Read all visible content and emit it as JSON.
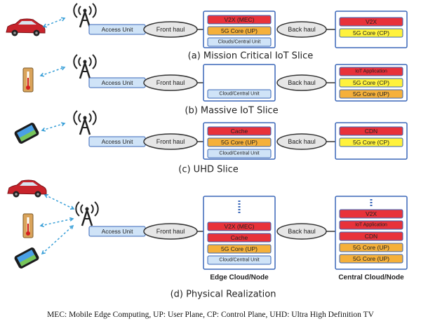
{
  "colors": {
    "red": "#e8323a",
    "orange": "#f5b03a",
    "yellow": "#fff23c",
    "light_blue": "#cfe3f7",
    "border_blue": "#3a67b8",
    "link": "#3aa0d8",
    "tower": "#222222",
    "haul_fill": "#e6e6e6"
  },
  "common": {
    "access_unit": "Access Unit",
    "front_haul": "Front haul",
    "back_haul": "Back haul",
    "cloud_unit": "Cloud/Central Unit"
  },
  "slices": {
    "a": {
      "title": "(a)   Mission Critical IoT Slice",
      "edge_items": [
        "V2X (MEC)",
        "5G Core (UP)",
        "Clouds/Central Unit"
      ],
      "central_items": [
        "V2X",
        "5G Core (CP)"
      ]
    },
    "b": {
      "title": "(b) Massive IoT Slice",
      "edge_items": [
        "Cloud/Central Unit"
      ],
      "central_items": [
        "IoT Application",
        "5G Core (CP)",
        "5G Core (UP)"
      ]
    },
    "c": {
      "title": "(c) UHD Slice",
      "edge_items": [
        "Cache",
        "5G Core (UP)",
        "Cloud/Central Unit"
      ],
      "central_items": [
        "CDN",
        "5G Core (CP)"
      ]
    },
    "d": {
      "title": "(d) Physical Realization",
      "edge_items": [
        "V2X (MEC)",
        "Cache",
        "5G Core (UP)",
        "Cloud/Central Unit"
      ],
      "central_items": [
        "V2X",
        "IoT Application",
        "CDN",
        "5G Core (UP)",
        "5G Core (UP)"
      ],
      "edge_label": "Edge Cloud/Node",
      "central_label": "Central Cloud/Node"
    }
  },
  "footnote": "MEC: Mobile Edge Computing, UP: User Plane, CP: Control Plane, UHD: Ultra High Definition TV"
}
